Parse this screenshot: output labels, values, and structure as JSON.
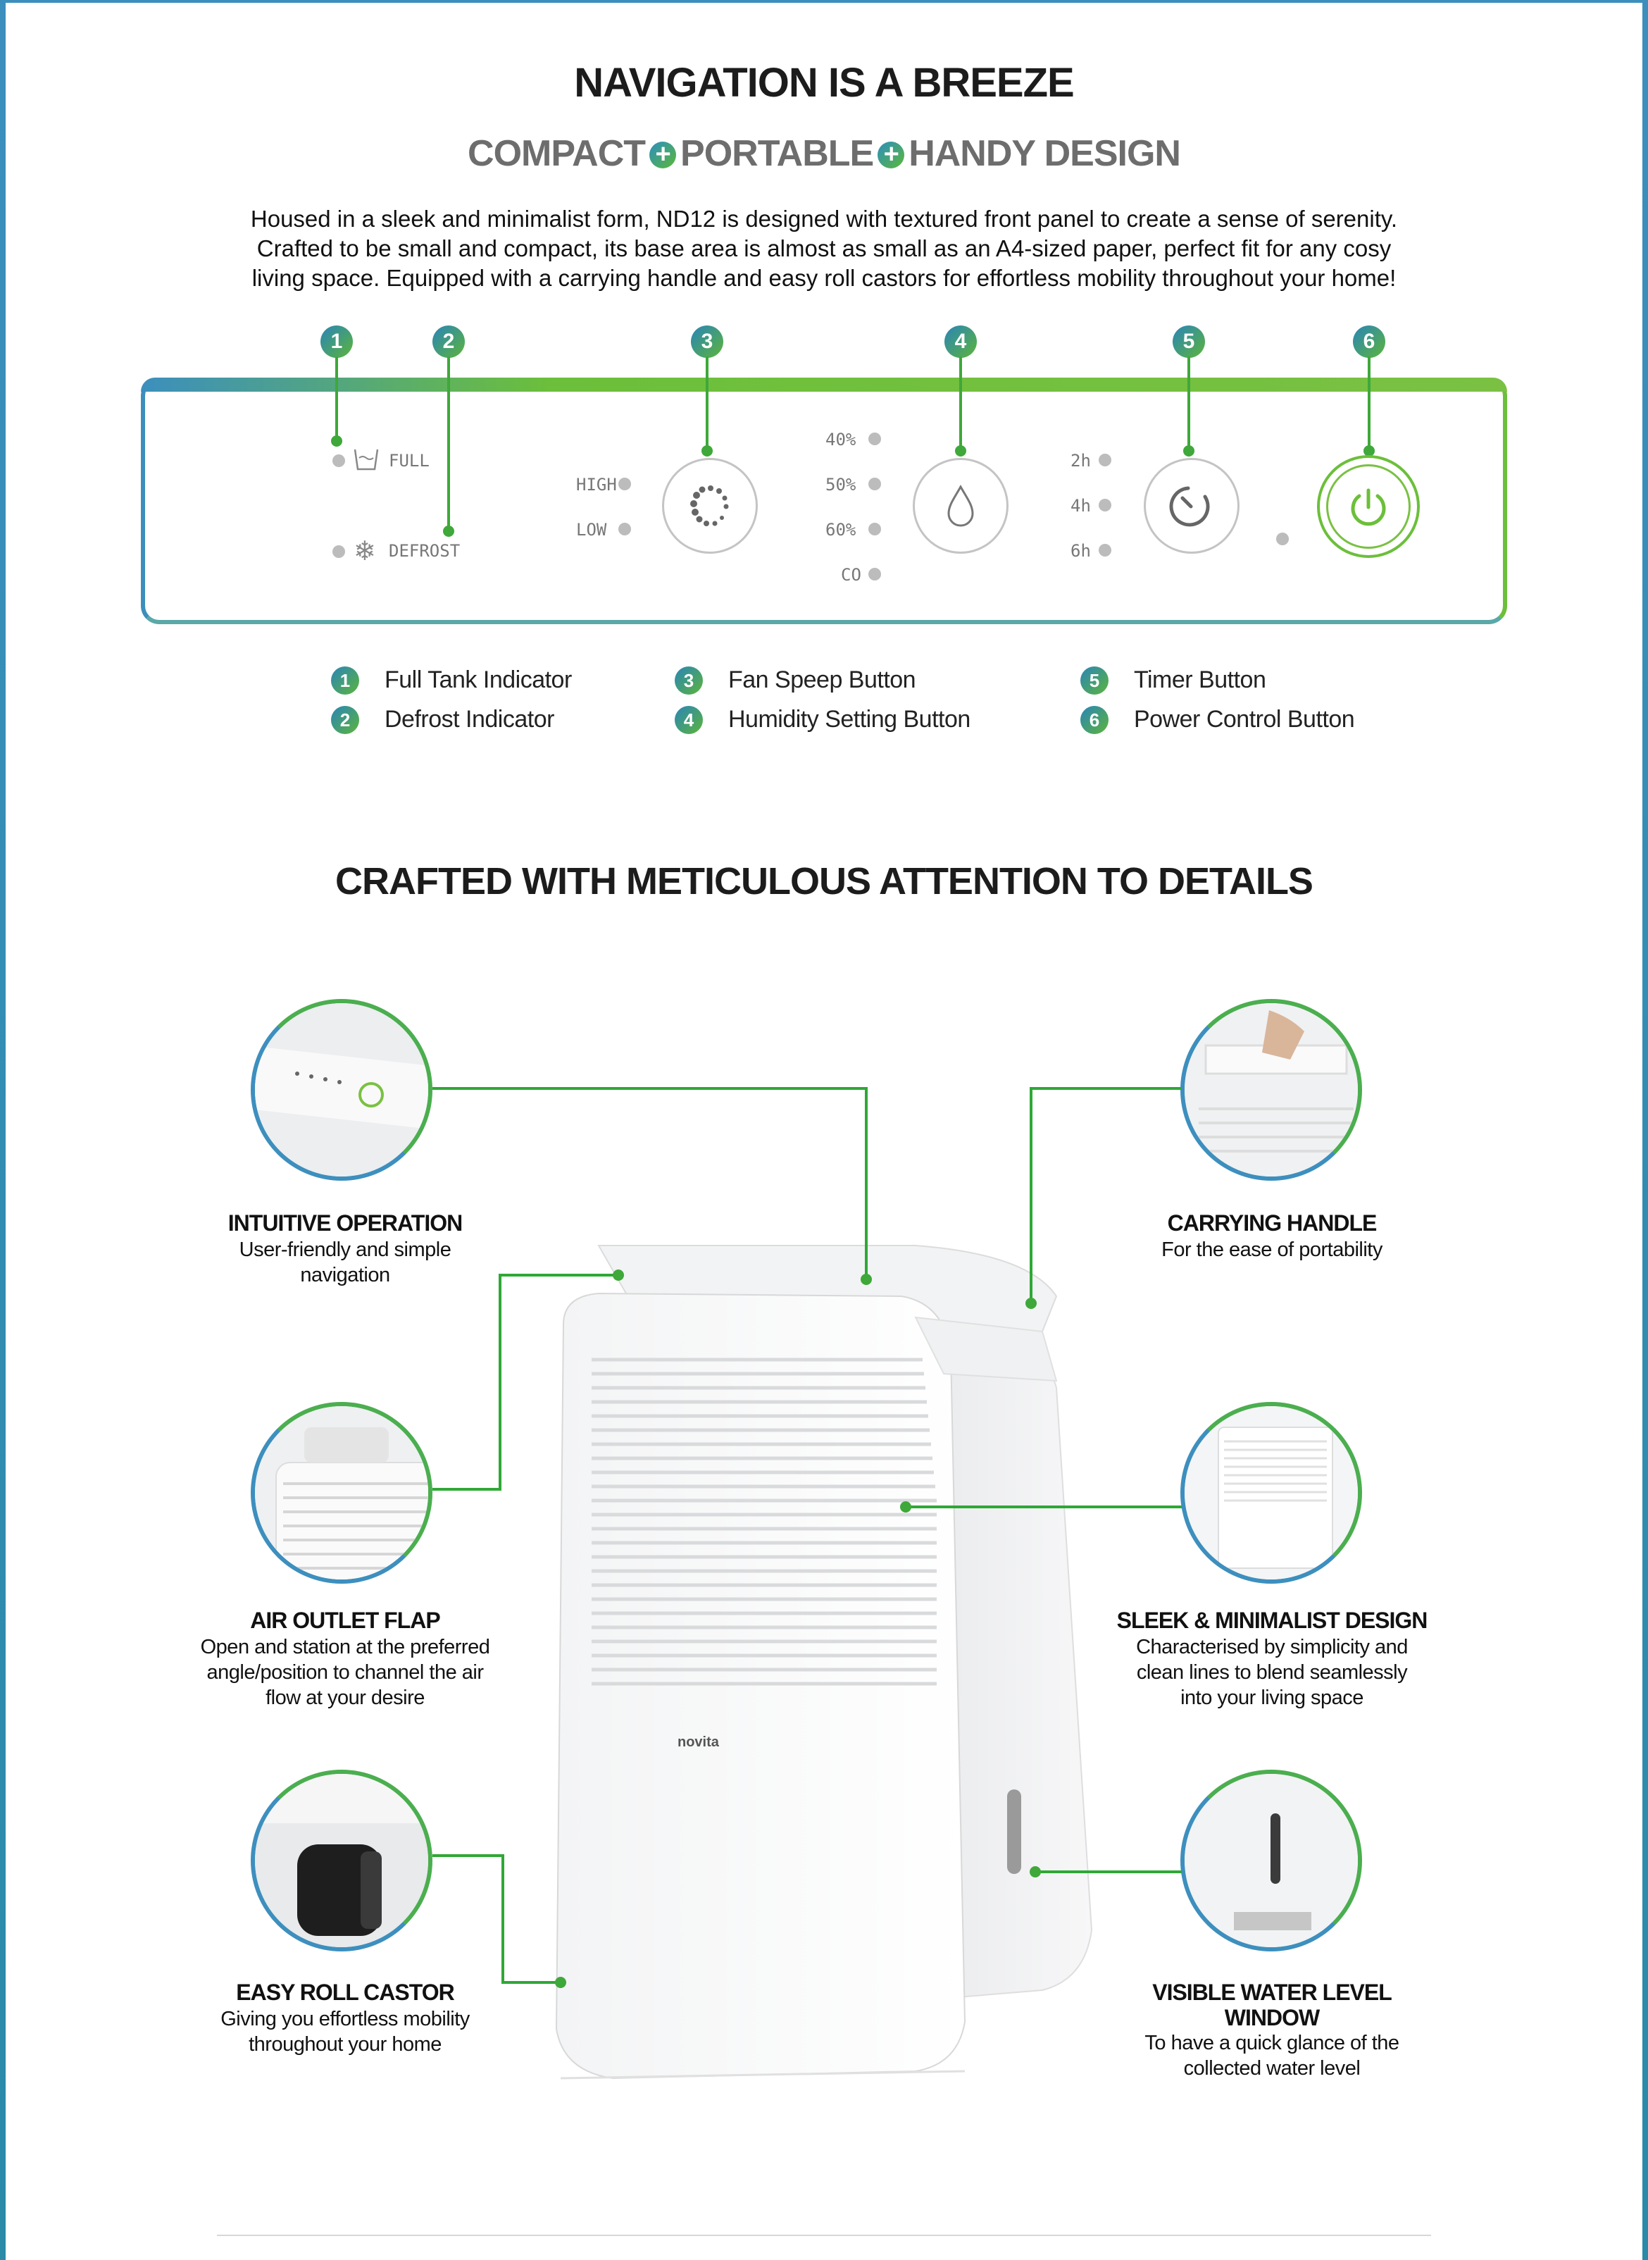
{
  "section1": {
    "title": "NAVIGATION IS A BREEZE",
    "subtitle_parts": [
      "COMPACT",
      "PORTABLE",
      "HANDY DESIGN"
    ],
    "intro": "Housed in a sleek and minimalist form, ND12 is designed with textured front panel to create a sense of serenity. Crafted to be small and compact, its base area is almost as small as an A4-sized paper, perfect fit for any cosy living space. Equipped with a carrying handle and easy roll castors for effortless mobility throughout your home!"
  },
  "panel": {
    "markers": [
      "1",
      "2",
      "3",
      "4",
      "5",
      "6"
    ],
    "full": "FULL",
    "defrost": "DEFROST",
    "fan": [
      "HIGH",
      "LOW"
    ],
    "humidity": [
      "40%",
      "50%",
      "60%",
      "CO"
    ],
    "timer": [
      "2h",
      "4h",
      "6h"
    ]
  },
  "legend": [
    {
      "num": "1",
      "label": "Full Tank Indicator"
    },
    {
      "num": "2",
      "label": "Defrost Indicator"
    },
    {
      "num": "3",
      "label": "Fan Speep Button"
    },
    {
      "num": "4",
      "label": "Humidity Setting Button"
    },
    {
      "num": "5",
      "label": "Timer Button"
    },
    {
      "num": "6",
      "label": "Power Control Button"
    }
  ],
  "section2": {
    "title": "CRAFTED WITH METICULOUS ATTENTION TO DETAILS",
    "brand": "novita"
  },
  "callouts": {
    "intuitive": {
      "title": "INTUITIVE OPERATION",
      "desc": [
        "User-friendly and simple",
        "navigation"
      ]
    },
    "flap": {
      "title": "AIR OUTLET FLAP",
      "desc": [
        "Open and station at the preferred",
        "angle/position to channel the air",
        "flow at your desire"
      ]
    },
    "castor": {
      "title": "EASY ROLL CASTOR",
      "desc": [
        "Giving you effortless mobility",
        "throughout your home"
      ]
    },
    "handle": {
      "title": "CARRYING HANDLE",
      "desc": [
        "For the ease of portability"
      ]
    },
    "sleek": {
      "title": "SLEEK & MINIMALIST DESIGN",
      "desc": [
        "Characterised by simplicity and",
        "clean lines to blend seamlessly",
        "into your living space"
      ]
    },
    "water": {
      "title": [
        "VISIBLE WATER LEVEL",
        "WINDOW"
      ],
      "desc": [
        "To have a quick glance of the",
        "collected water level"
      ]
    }
  },
  "colors": {
    "green": "#6cbf3a",
    "blue": "#3c8fbd",
    "line": "#2fa836"
  }
}
